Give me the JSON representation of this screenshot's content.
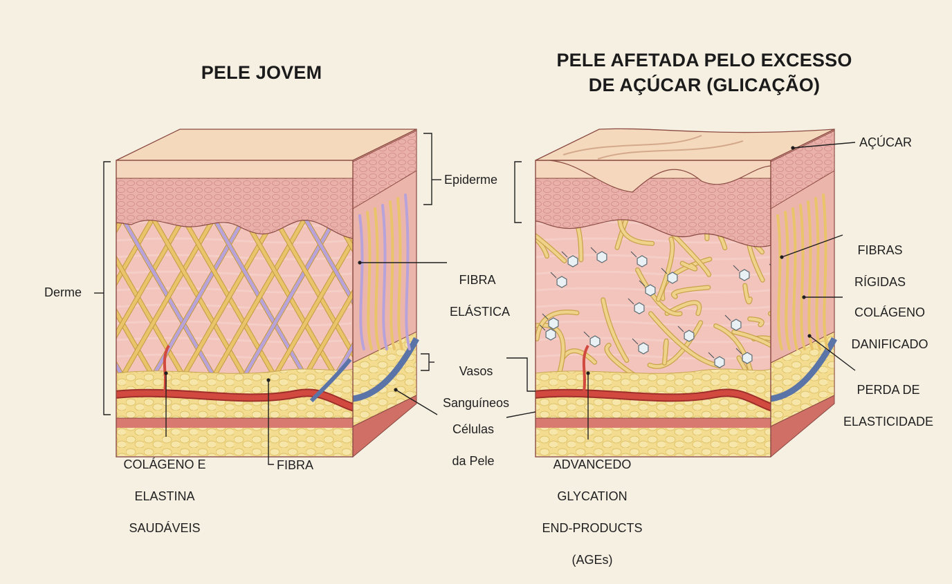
{
  "titles": {
    "left": "PELE JOVEM",
    "right_line1": "PELE AFETADA PELO EXCESSO",
    "right_line2": "DE AÇÚCAR (GLICAÇÃO)"
  },
  "left_labels": {
    "epiderme": "Epiderme",
    "derme": "Derme",
    "fibra_elastica_1": "FIBRA",
    "fibra_elastica_2": "ELÁSTICA",
    "vasos_1": "Vasos",
    "vasos_2": "Sanguíneos",
    "celulas_1": "Células",
    "celulas_2": "da Pele",
    "colageno_1": "COLÁGENO E",
    "colageno_2": "ELASTINA",
    "colageno_3": "SAUDÁVEIS",
    "fibra": "FIBRA"
  },
  "right_labels": {
    "acucar": "AÇÚCAR",
    "fibras_rigidas_1": "FIBRAS",
    "fibras_rigidas_2": "RÍGIDAS",
    "colageno_danificado_1": "COLÁGENO",
    "colageno_danificado_2": "DANIFICADO",
    "perda_1": "PERDA DE",
    "perda_2": "ELASTICIDADE",
    "ages_1": "ADVANCEDO",
    "ages_2": "GLYCATION",
    "ages_3": "END-PRODUCTS",
    "ages_4": "(AGEs)"
  },
  "colors": {
    "background": "#f6f0e3",
    "epidermis_top": "#f2d2b4",
    "epidermis_cells": "#e8a9a5",
    "dermis": "#f2c4bb",
    "collagen": "#e9c46a",
    "elastin": "#b7a3d9",
    "artery": "#d2493f",
    "vein": "#5a74a8",
    "fat": "#f3dc8f",
    "outline": "#8a4a42"
  }
}
